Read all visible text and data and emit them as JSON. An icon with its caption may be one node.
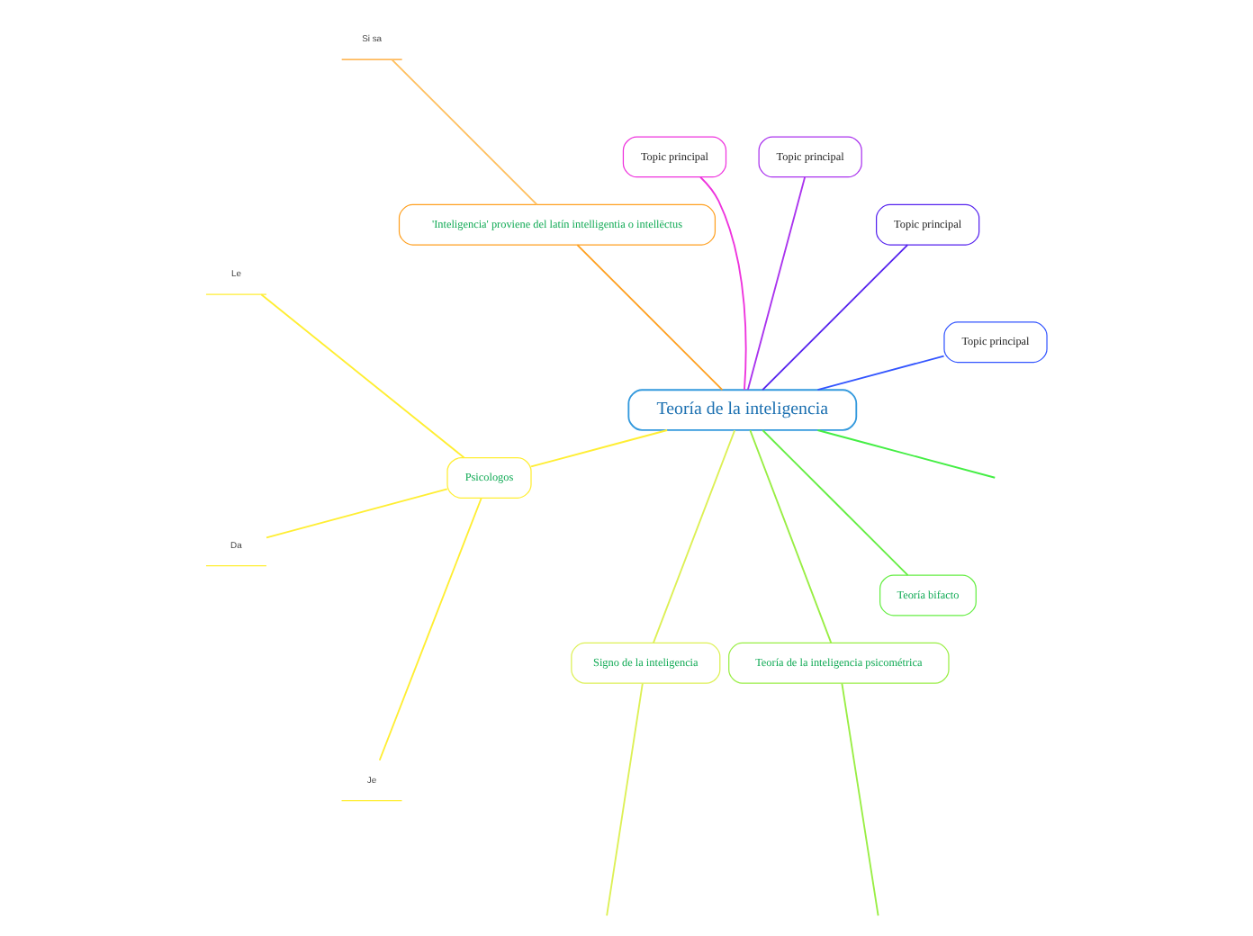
{
  "diagram": {
    "nodes": [
      {
        "text": [
          "Teoría de la inteligencia"
        ]
      },
      {
        "text": [
          "Topic principal"
        ]
      },
      {
        "text": [
          "Topic principal"
        ]
      },
      {
        "text": [
          "Topic principal"
        ]
      },
      {
        "text": [
          "Topic principal"
        ]
      },
      {
        "text": [
          "'Inteligencia' proviene del latín intelligentia o intellēctus"
        ]
      },
      {
        "text": [
          "Si sa"
        ]
      },
      {
        "text": [
          "Psicologos"
        ]
      },
      {
        "text": [
          "Le"
        ]
      },
      {
        "text": [
          "Da"
        ]
      },
      {
        "text": [
          "Je"
        ]
      },
      {
        "text": [
          "Signo de la inteligencia"
        ]
      },
      {
        "text": [
          "Teoría de la inteligencia psicométrica"
        ]
      },
      {
        "text": [
          "Teoría bifacto"
        ]
      }
    ],
    "edges": [
      {
        "from": 0,
        "to": 1,
        "arrow": "none",
        "color": "#3355ff"
      },
      {
        "from": 0,
        "to": 2,
        "arrow": "none",
        "color": "#5522ee"
      },
      {
        "from": 0,
        "to": 3,
        "arrow": "none",
        "color": "#aa33ee"
      },
      {
        "from": 0,
        "to": 4,
        "arrow": "none",
        "color": "#ee33dd"
      },
      {
        "from": 0,
        "to": 5,
        "arrow": "none",
        "color": "#ffa020"
      },
      {
        "from": 5,
        "to": 6,
        "arrow": "none",
        "color": "#ffc060"
      },
      {
        "from": 0,
        "to": 7,
        "arrow": "none",
        "color": "#ffee33"
      },
      {
        "from": 7,
        "to": 8,
        "arrow": "none",
        "color": "#ffee33"
      },
      {
        "from": 7,
        "to": 9,
        "arrow": "none",
        "color": "#ffee33"
      },
      {
        "from": 7,
        "to": 10,
        "arrow": "none",
        "color": "#ffee33"
      },
      {
        "from": 0,
        "to": 11,
        "arrow": "none",
        "color": "#ddf055"
      },
      {
        "from": 11,
        "to": null,
        "arrow": "none",
        "color": "#ddf055"
      },
      {
        "from": 0,
        "to": 12,
        "arrow": "none",
        "color": "#99ee44"
      },
      {
        "from": 12,
        "to": null,
        "arrow": "none",
        "color": "#99ee44"
      },
      {
        "from": 0,
        "to": 13,
        "arrow": "none",
        "color": "#66ee44"
      },
      {
        "from": 0,
        "to": null,
        "arrow": "none",
        "color": "#44ee44"
      }
    ]
  }
}
